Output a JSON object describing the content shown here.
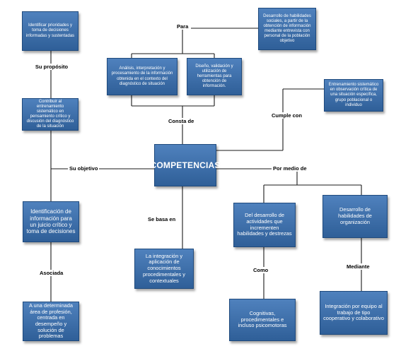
{
  "nodes": {
    "identificar": "Identificar prioridades y toma de decisiones informadas y sustentadas",
    "contribuir": "Contribuir al entrenamiento sistemático en pensamiento crítico y discusión del diagnóstico de la situación",
    "identificacion": "Identificación de información para un juicio crítico y toma de decisiones",
    "area": "A una determinada área de profesión, centrada en desempeño y solución de problemas",
    "analisis": "Análisis, interpretación y procesamiento de la información obtenida en el contexto del diagnóstico de situación",
    "diseno": "Diseño, validación y utilización de herramientas para obtención de información.",
    "desarrollo_hab_sociales": "Desarrollo de habilidades sociales, a partir de la obtención de información mediante entrevista con personal de la población objetivo",
    "entrenamiento": "Entrenamiento sistemático en observación crítica de una situación específica, grupo poblacional o individuo",
    "competencias": "COMPETENCIAS",
    "integracion_aplicacion": "La integración y aplicación de conocimientos procedimentales y contextuales",
    "del_desarrollo": "Del desarrollo de actividades que incrementen habilidades y destrezas",
    "desarrollo_org": "Desarrollo de habilidades de organización",
    "cognitivas": "Cognitivas, procedimentales e incluso psicomotoras",
    "integracion_equipo": "Integración por equipo al trabajo de tipo cooperativo y colaborativo"
  },
  "labels": {
    "para": "Para",
    "su_proposito": "Su propósito",
    "consta_de": "Consta de",
    "cumple_con": "Cumple con",
    "su_objetivo": "Su objetivo",
    "por_medio_de": "Por medio de",
    "se_basa_en": "Se basa en",
    "asociada": "Asociada",
    "como": "Como",
    "mediante": "Mediante"
  }
}
